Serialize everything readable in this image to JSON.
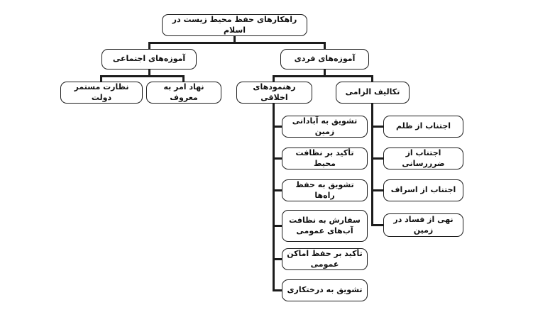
{
  "diagram": {
    "title": "راهکارهای حفظ محیط زیست در اسلام",
    "social": {
      "label": "آموزه‌های اجتماعی",
      "children": [
        "نظارت مستمر دولت",
        "نهاد امر به معروف"
      ]
    },
    "individual": {
      "label": "آموزه‌های فردی",
      "ethical": {
        "label": "رهنمودهای اخلاقی",
        "items": [
          "تشویق به آبادانی زمین",
          "تأکید بر نظافت محیط",
          "تشویق به حفظ راه‌ها",
          "سفارش به نظافت آب‌های عمومی",
          "تأکید بر حفظ اماکن عمومی",
          "تشویق به درختکاری"
        ]
      },
      "obligatory": {
        "label": "تکالیف الزامی",
        "items": [
          "اجتناب از ظلم",
          "اجتناب از ضرررسانی",
          "اجتناب از اسراف",
          "نهی از فساد در زمین"
        ]
      }
    },
    "colors": {
      "line": "#1c1c1c",
      "border": "#1c1c1c",
      "background": "#ffffff"
    }
  }
}
